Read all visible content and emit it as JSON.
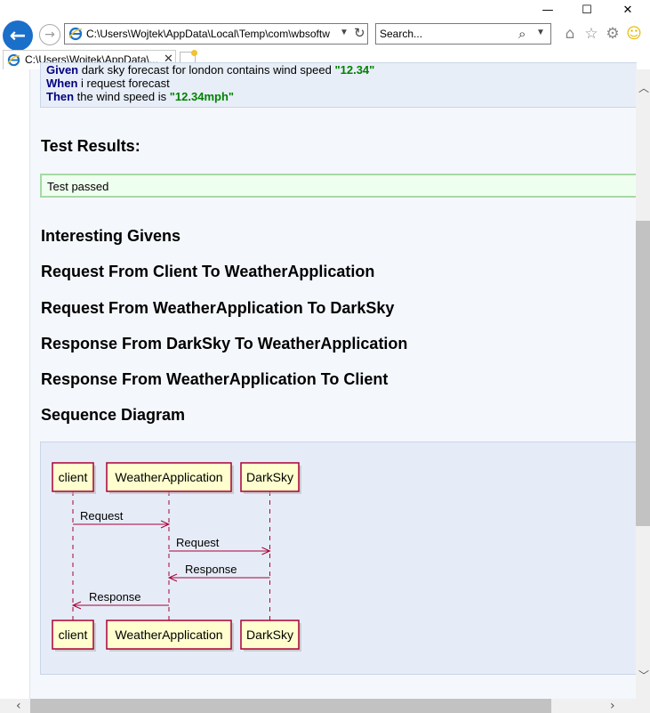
{
  "window": {
    "minimize": "—",
    "maximize": "☐",
    "close": "✕"
  },
  "navbar": {
    "address": "C:\\Users\\Wojtek\\AppData\\Local\\Temp\\com\\wbsoftw",
    "search_placeholder": "Search...",
    "icons": [
      "back-icon",
      "forward-icon",
      "ie-icon",
      "refresh-icon",
      "search-icon",
      "home-icon",
      "star-icon",
      "gear-icon",
      "smiley-icon"
    ]
  },
  "tab": {
    "title": "C:\\Users\\Wojtek\\AppData\\...",
    "close": "✕"
  },
  "page": {
    "scenario": {
      "line1": {
        "kw": "Given",
        "text": " dark sky forecast for london contains wind speed ",
        "value": "\"12.34\""
      },
      "line2": {
        "kw": "When",
        "text": " i request forecast"
      },
      "line3": {
        "kw": "Then",
        "text": " the wind speed is ",
        "value": "\"12.34mph\""
      }
    },
    "results_heading": "Test Results:",
    "results_text": "Test passed",
    "sections": [
      "Interesting Givens",
      "Request From Client To WeatherApplication",
      "Request From WeatherApplication To DarkSky",
      "Response From DarkSky To WeatherApplication",
      "Response From WeatherApplication To Client",
      "Sequence Diagram"
    ],
    "diagram": {
      "participants": [
        "client",
        "WeatherApplication",
        "DarkSky"
      ],
      "messages": [
        {
          "label": "Request",
          "from": 0,
          "to": 1
        },
        {
          "label": "Request",
          "from": 1,
          "to": 2
        },
        {
          "label": "Response",
          "from": 2,
          "to": 1
        },
        {
          "label": "Response",
          "from": 1,
          "to": 0
        }
      ],
      "colors": {
        "box_fill": "#fefece",
        "box_border": "#a80036",
        "line": "#a80036"
      }
    }
  }
}
